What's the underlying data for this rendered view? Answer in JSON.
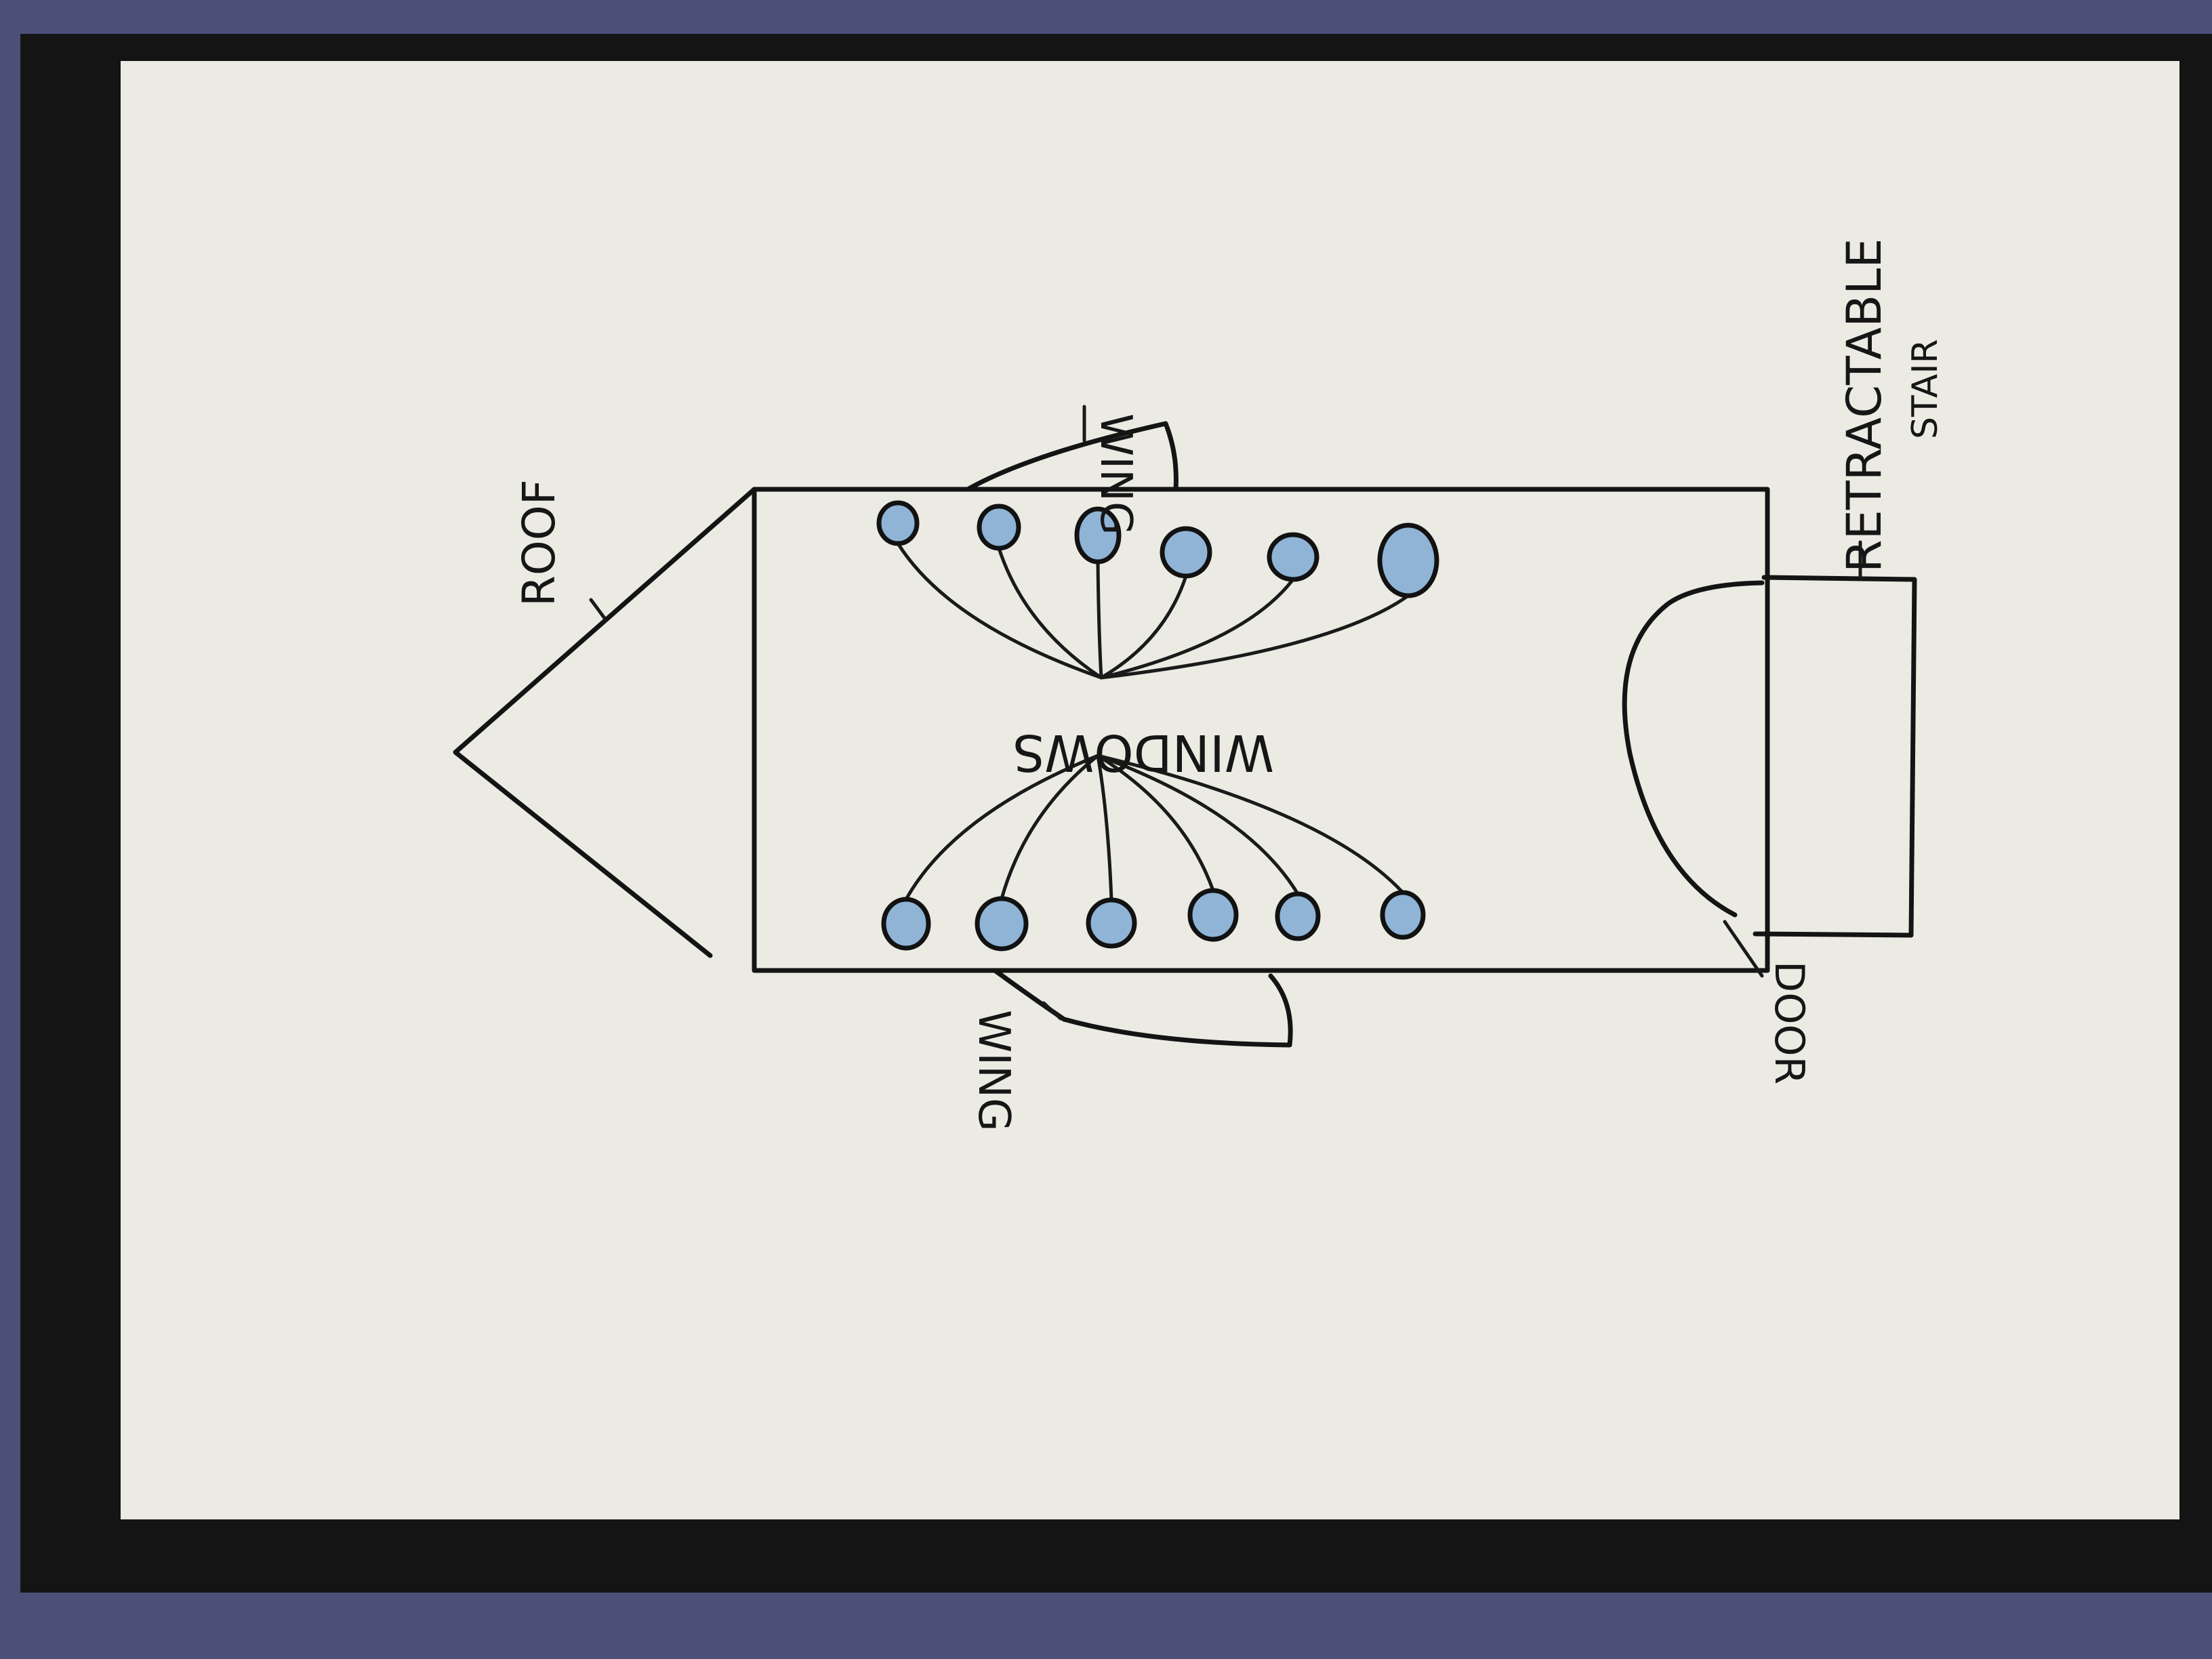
{
  "colors": {
    "table": "#4c4f78",
    "board": "#141414",
    "paper": "#ecebe3",
    "ink": "#141414",
    "window_fill": "#8fb4d6"
  },
  "diagram": {
    "type": "hand-drawn labeled sketch",
    "window_count": 12,
    "labels": {
      "roof": "ROOF",
      "wing_top": "WING",
      "wing_bottom": "WING",
      "windows": "WINDOWS",
      "door": "DOOR",
      "retractable_line1": "RETRACTABLE",
      "retractable_line2": "STAIR"
    }
  }
}
